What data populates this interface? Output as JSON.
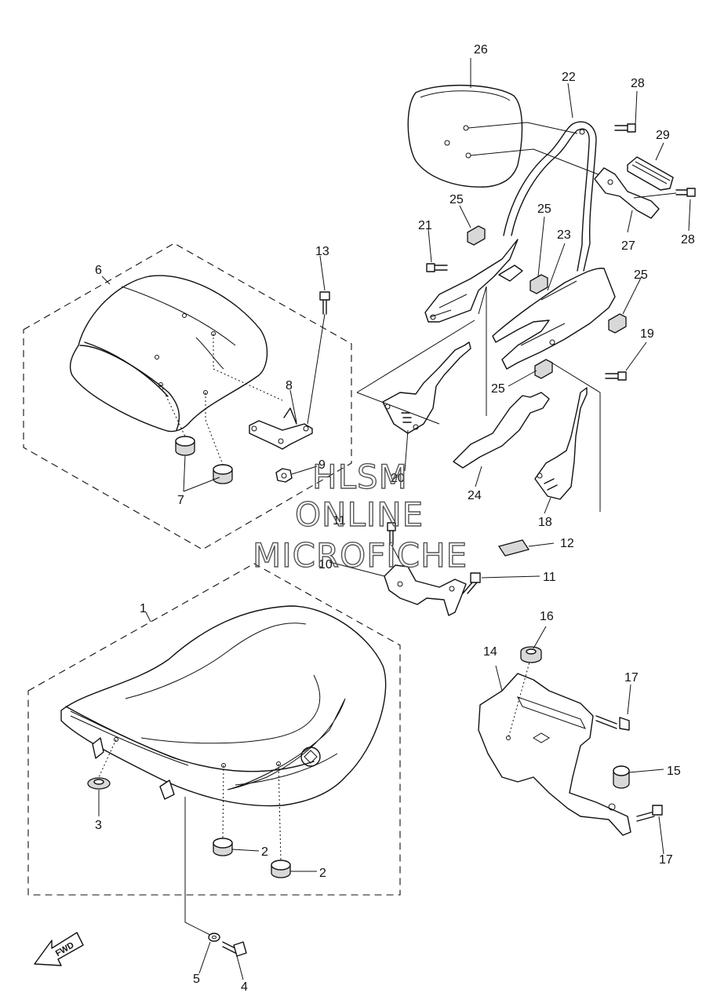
{
  "watermark": {
    "line1": "HLSM",
    "line2": "ONLINE",
    "line3": "MICROFICHE"
  },
  "direction_arrow_label": "FWD",
  "callouts": [
    {
      "id": "c1",
      "label": "1"
    },
    {
      "id": "c2a",
      "label": "2"
    },
    {
      "id": "c2b",
      "label": "2"
    },
    {
      "id": "c3",
      "label": "3"
    },
    {
      "id": "c4",
      "label": "4"
    },
    {
      "id": "c5",
      "label": "5"
    },
    {
      "id": "c6",
      "label": "6"
    },
    {
      "id": "c7",
      "label": "7"
    },
    {
      "id": "c8",
      "label": "8"
    },
    {
      "id": "c9",
      "label": "9"
    },
    {
      "id": "c10",
      "label": "10"
    },
    {
      "id": "c11a",
      "label": "11"
    },
    {
      "id": "c11b",
      "label": "11"
    },
    {
      "id": "c12",
      "label": "12"
    },
    {
      "id": "c13",
      "label": "13"
    },
    {
      "id": "c14",
      "label": "14"
    },
    {
      "id": "c15",
      "label": "15"
    },
    {
      "id": "c16",
      "label": "16"
    },
    {
      "id": "c17a",
      "label": "17"
    },
    {
      "id": "c17b",
      "label": "17"
    },
    {
      "id": "c18",
      "label": "18"
    },
    {
      "id": "c19",
      "label": "19"
    },
    {
      "id": "c20",
      "label": "20"
    },
    {
      "id": "c21",
      "label": "21"
    },
    {
      "id": "c22",
      "label": "22"
    },
    {
      "id": "c23",
      "label": "23"
    },
    {
      "id": "c24",
      "label": "24"
    },
    {
      "id": "c25a",
      "label": "25"
    },
    {
      "id": "c25b",
      "label": "25"
    },
    {
      "id": "c25c",
      "label": "25"
    },
    {
      "id": "c25d",
      "label": "25"
    },
    {
      "id": "c26",
      "label": "26"
    },
    {
      "id": "c27",
      "label": "27"
    },
    {
      "id": "c28a",
      "label": "28"
    },
    {
      "id": "c28b",
      "label": "28"
    },
    {
      "id": "c29",
      "label": "29"
    }
  ]
}
